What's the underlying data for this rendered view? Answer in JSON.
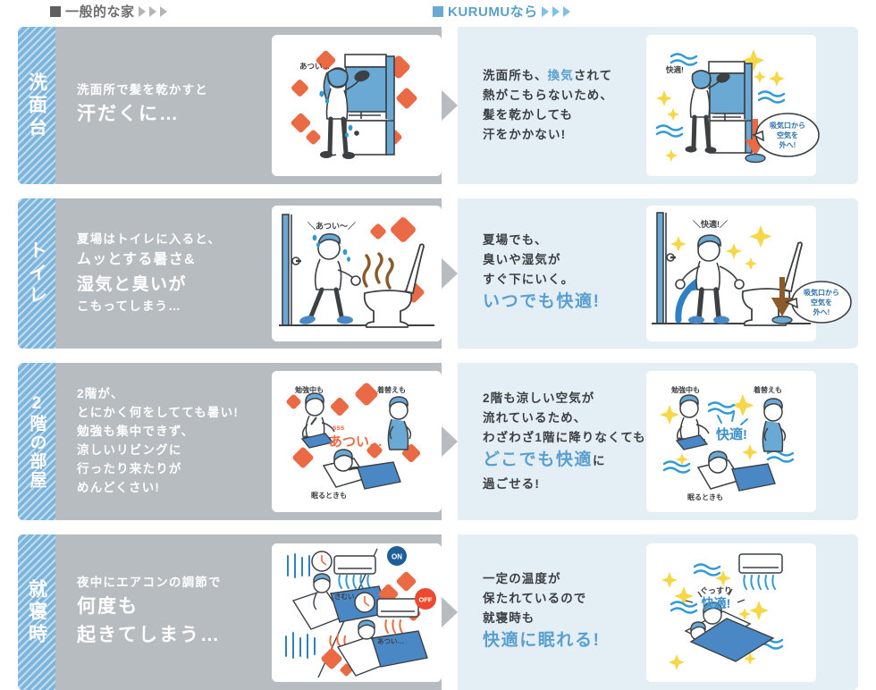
{
  "legend": {
    "normal_label": "一般的な家",
    "kurumu_label": "KURUMUなら",
    "normal_color": "#5f5f5f",
    "kurumu_color": "#59a0cc"
  },
  "colors": {
    "tab_blue": "#7bb4dc",
    "bad_gray": "#b6bcc0",
    "good_bg": "#e4eff5",
    "accent_blue": "#5a9fd0",
    "accent_orange": "#ea6a45"
  },
  "rows": [
    {
      "tab": "洗面台",
      "bad": {
        "lines": [
          {
            "text": "洗面所で髪を乾かすと",
            "size": "s-sm"
          },
          {
            "text": "汗だくに…",
            "size": "s-xl"
          }
        ]
      },
      "bad_illus": {
        "name": "washbasin-hot-illustration",
        "caption": "あつい…",
        "scene": "person drying hair at vanity with heat marks"
      },
      "good": {
        "lines": [
          {
            "pre": "洗面所も、",
            "hl": "換気",
            "post": "されて",
            "size": "g-sm"
          },
          {
            "pre": "熱がこもらないため、",
            "hl": "",
            "post": "",
            "size": "g-sm"
          },
          {
            "pre": "髪を乾かしても",
            "hl": "",
            "post": "",
            "size": "g-sm"
          },
          {
            "pre": "汗をかかない!",
            "hl": "",
            "post": "",
            "size": "g-sm"
          }
        ]
      },
      "good_illus": {
        "name": "washbasin-comfort-illustration",
        "caption": "快適!",
        "bubble": [
          "吸気口から",
          "空気を",
          "外へ!"
        ]
      }
    },
    {
      "tab": "トイレ",
      "bad": {
        "lines": [
          {
            "text": "夏場はトイレに入ると、",
            "size": "s-sm"
          },
          {
            "text": "ムッとする暑さ&",
            "size": "s-md"
          },
          {
            "text": "湿気と臭いが",
            "size": "s-lg"
          },
          {
            "text": "こもってしまう…",
            "size": "s-sm"
          }
        ]
      },
      "bad_illus": {
        "name": "toilet-hot-illustration",
        "caption": "＼あつい〜／",
        "scene": "person walking into stuffy toilet with odor lines"
      },
      "good": {
        "lines": [
          {
            "pre": "夏場でも、",
            "hl": "",
            "post": "",
            "size": "g-sm"
          },
          {
            "pre": "臭いや湿気が",
            "hl": "",
            "post": "",
            "size": "g-sm"
          },
          {
            "pre": "すぐ下にいく。",
            "hl": "",
            "post": "",
            "size": "g-sm"
          },
          {
            "pre": "",
            "hl": "いつでも快適!",
            "post": "",
            "size": "g-lg"
          }
        ]
      },
      "good_illus": {
        "name": "toilet-comfort-illustration",
        "caption": "＼快適!／",
        "bubble": [
          "吸気口から",
          "空気を",
          "外へ!"
        ]
      }
    },
    {
      "tab": "2階の部屋",
      "bad": {
        "lines": [
          {
            "text": "2階が、",
            "size": "s-sm"
          },
          {
            "text": "とにかく何をしてても暑い!",
            "size": "s-sm"
          },
          {
            "text": "勉強も集中できず、",
            "size": "s-sm"
          },
          {
            "text": "涼しいリビングに",
            "size": "s-sm"
          },
          {
            "text": "行ったり来たりが",
            "size": "s-sm"
          },
          {
            "text": "めんどくさい!",
            "size": "s-sm"
          }
        ]
      },
      "bad_illus": {
        "name": "second-floor-hot-illustration",
        "caption": "あつい…",
        "labels": [
          "勉強中も",
          "着替えも",
          "眠るときも"
        ]
      },
      "good": {
        "lines": [
          {
            "pre": "2階も涼しい空気が",
            "hl": "",
            "post": "",
            "size": "g-sm"
          },
          {
            "pre": "流れているため、",
            "hl": "",
            "post": "",
            "size": "g-sm"
          },
          {
            "pre": "わざわざ1階に降りなくても、",
            "hl": "",
            "post": "",
            "size": "g-sm"
          },
          {
            "pre": "",
            "hl": "どこでも快適",
            "post": "に",
            "size": "g-lg"
          },
          {
            "pre": "過ごせる!",
            "hl": "",
            "post": "",
            "size": "g-sm"
          }
        ]
      },
      "good_illus": {
        "name": "second-floor-comfort-illustration",
        "caption": "快適!",
        "labels": [
          "勉強中も",
          "着替えも",
          "眠るときも"
        ]
      }
    },
    {
      "tab": "就寝時",
      "bad": {
        "lines": [
          {
            "text": "夜中にエアコンの調節で",
            "size": "s-sm"
          },
          {
            "text": "何度も",
            "size": "s-xl"
          },
          {
            "text": "起きてしまう…",
            "size": "s-xl"
          }
        ]
      },
      "bad_illus": {
        "name": "sleeping-discomfort-illustration",
        "badge_on": "ON",
        "badge_off": "OFF",
        "caption_cold": "さむい…",
        "caption_hot": "あつい…"
      },
      "good": {
        "lines": [
          {
            "pre": "一定の温度が",
            "hl": "",
            "post": "",
            "size": "g-sm"
          },
          {
            "pre": "保たれているので",
            "hl": "",
            "post": "",
            "size": "g-sm"
          },
          {
            "pre": "就寝時も",
            "hl": "",
            "post": "",
            "size": "g-sm"
          },
          {
            "pre": "",
            "hl": "快適に眠れる!",
            "post": "",
            "size": "g-lg"
          }
        ]
      },
      "good_illus": {
        "name": "sleeping-comfort-illustration",
        "caption_1": "ぐっすり",
        "caption_2": "快適!"
      }
    }
  ]
}
